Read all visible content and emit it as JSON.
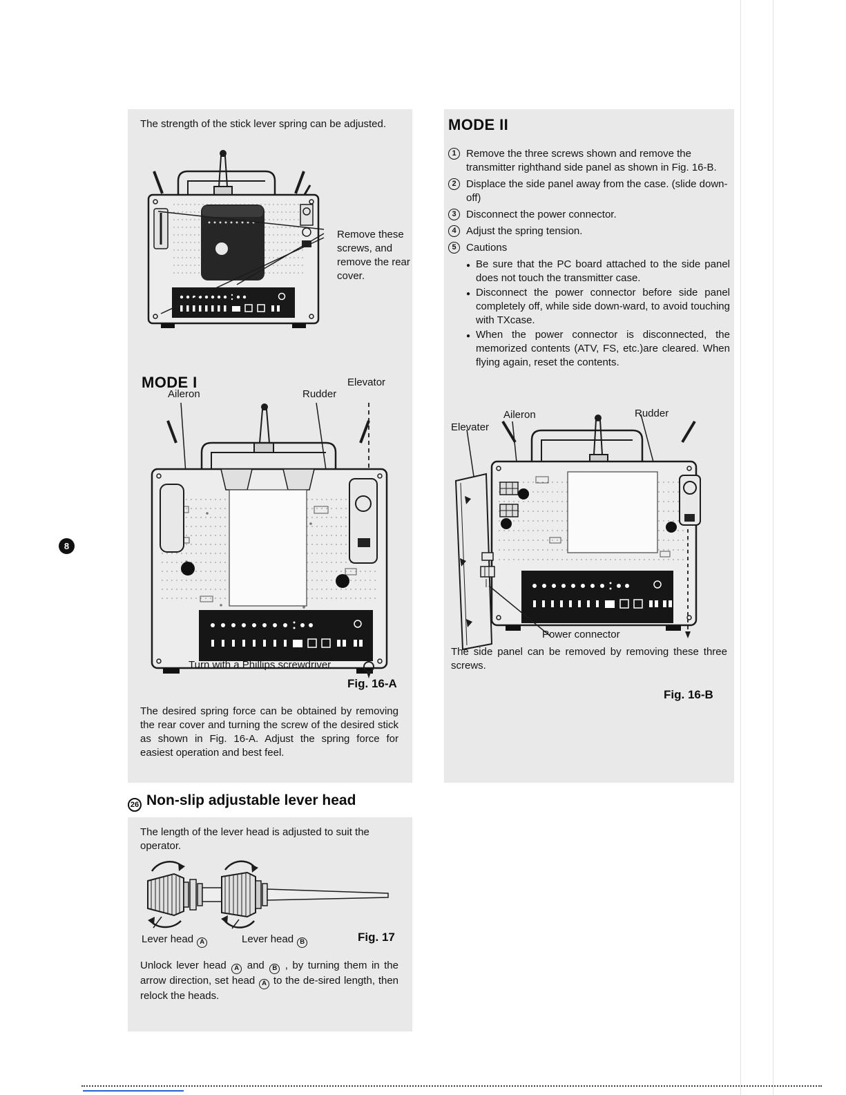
{
  "page": {
    "number": "8"
  },
  "left": {
    "intro": "The strength of the stick lever spring can be adjusted.",
    "rear_annotation": "Remove these screws, and remove the rear cover.",
    "mode1_heading": "MODE I",
    "label_aileron": "Aileron",
    "label_rudder": "Rudder",
    "label_elevator": "Elevator",
    "caption": "Turn with a Phillips screwdriver",
    "fig_label": "Fig. 16-A",
    "outro": "The desired spring force can be obtained by removing the rear cover and turning the screw of the desired stick as shown in Fig. 16-A. Adjust the spring force for easiest operation and best feel."
  },
  "right": {
    "heading": "MODE II",
    "steps": [
      {
        "num": "1",
        "text": "Remove the three screws shown and remove the transmitter righthand side panel as shown in Fig. 16-B."
      },
      {
        "num": "2",
        "text": "Displace the side panel away from the case. (slide down-off)"
      },
      {
        "num": "3",
        "text": "Disconnect the power connector."
      },
      {
        "num": "4",
        "text": "Adjust the spring tension."
      },
      {
        "num": "5",
        "text": "Cautions"
      }
    ],
    "cautions": [
      "Be sure that the PC board attached to the side panel does not touch the transmitter case.",
      "Disconnect the power connector before side panel completely off, while side down-ward, to avoid touching with TXcase.",
      "When the power connector is disconnected, the memorized contents (ATV, FS, etc.)are cleared. When flying again, reset the contents."
    ],
    "label_elevater": "Elevater",
    "label_aileron": "Aileron",
    "label_rudder": "Rudder",
    "label_power": "Power connector",
    "caption": "The side panel can be removed by removing these three screws.",
    "fig_label": "Fig. 16-B"
  },
  "lever": {
    "heading_num": "26",
    "heading": "Non-slip adjustable lever head",
    "intro": "The length of the lever head is adjusted to suit the operator.",
    "label_prefix": "Lever head ",
    "letter_a": "A",
    "letter_b": "B",
    "fig_label": "Fig. 17",
    "outro_p1": "Unlock lever head ",
    "outro_p2": " and ",
    "outro_p3": " , by turning them in the arrow direction, set head ",
    "outro_p4": " to the de-sired length, then relock the heads."
  }
}
